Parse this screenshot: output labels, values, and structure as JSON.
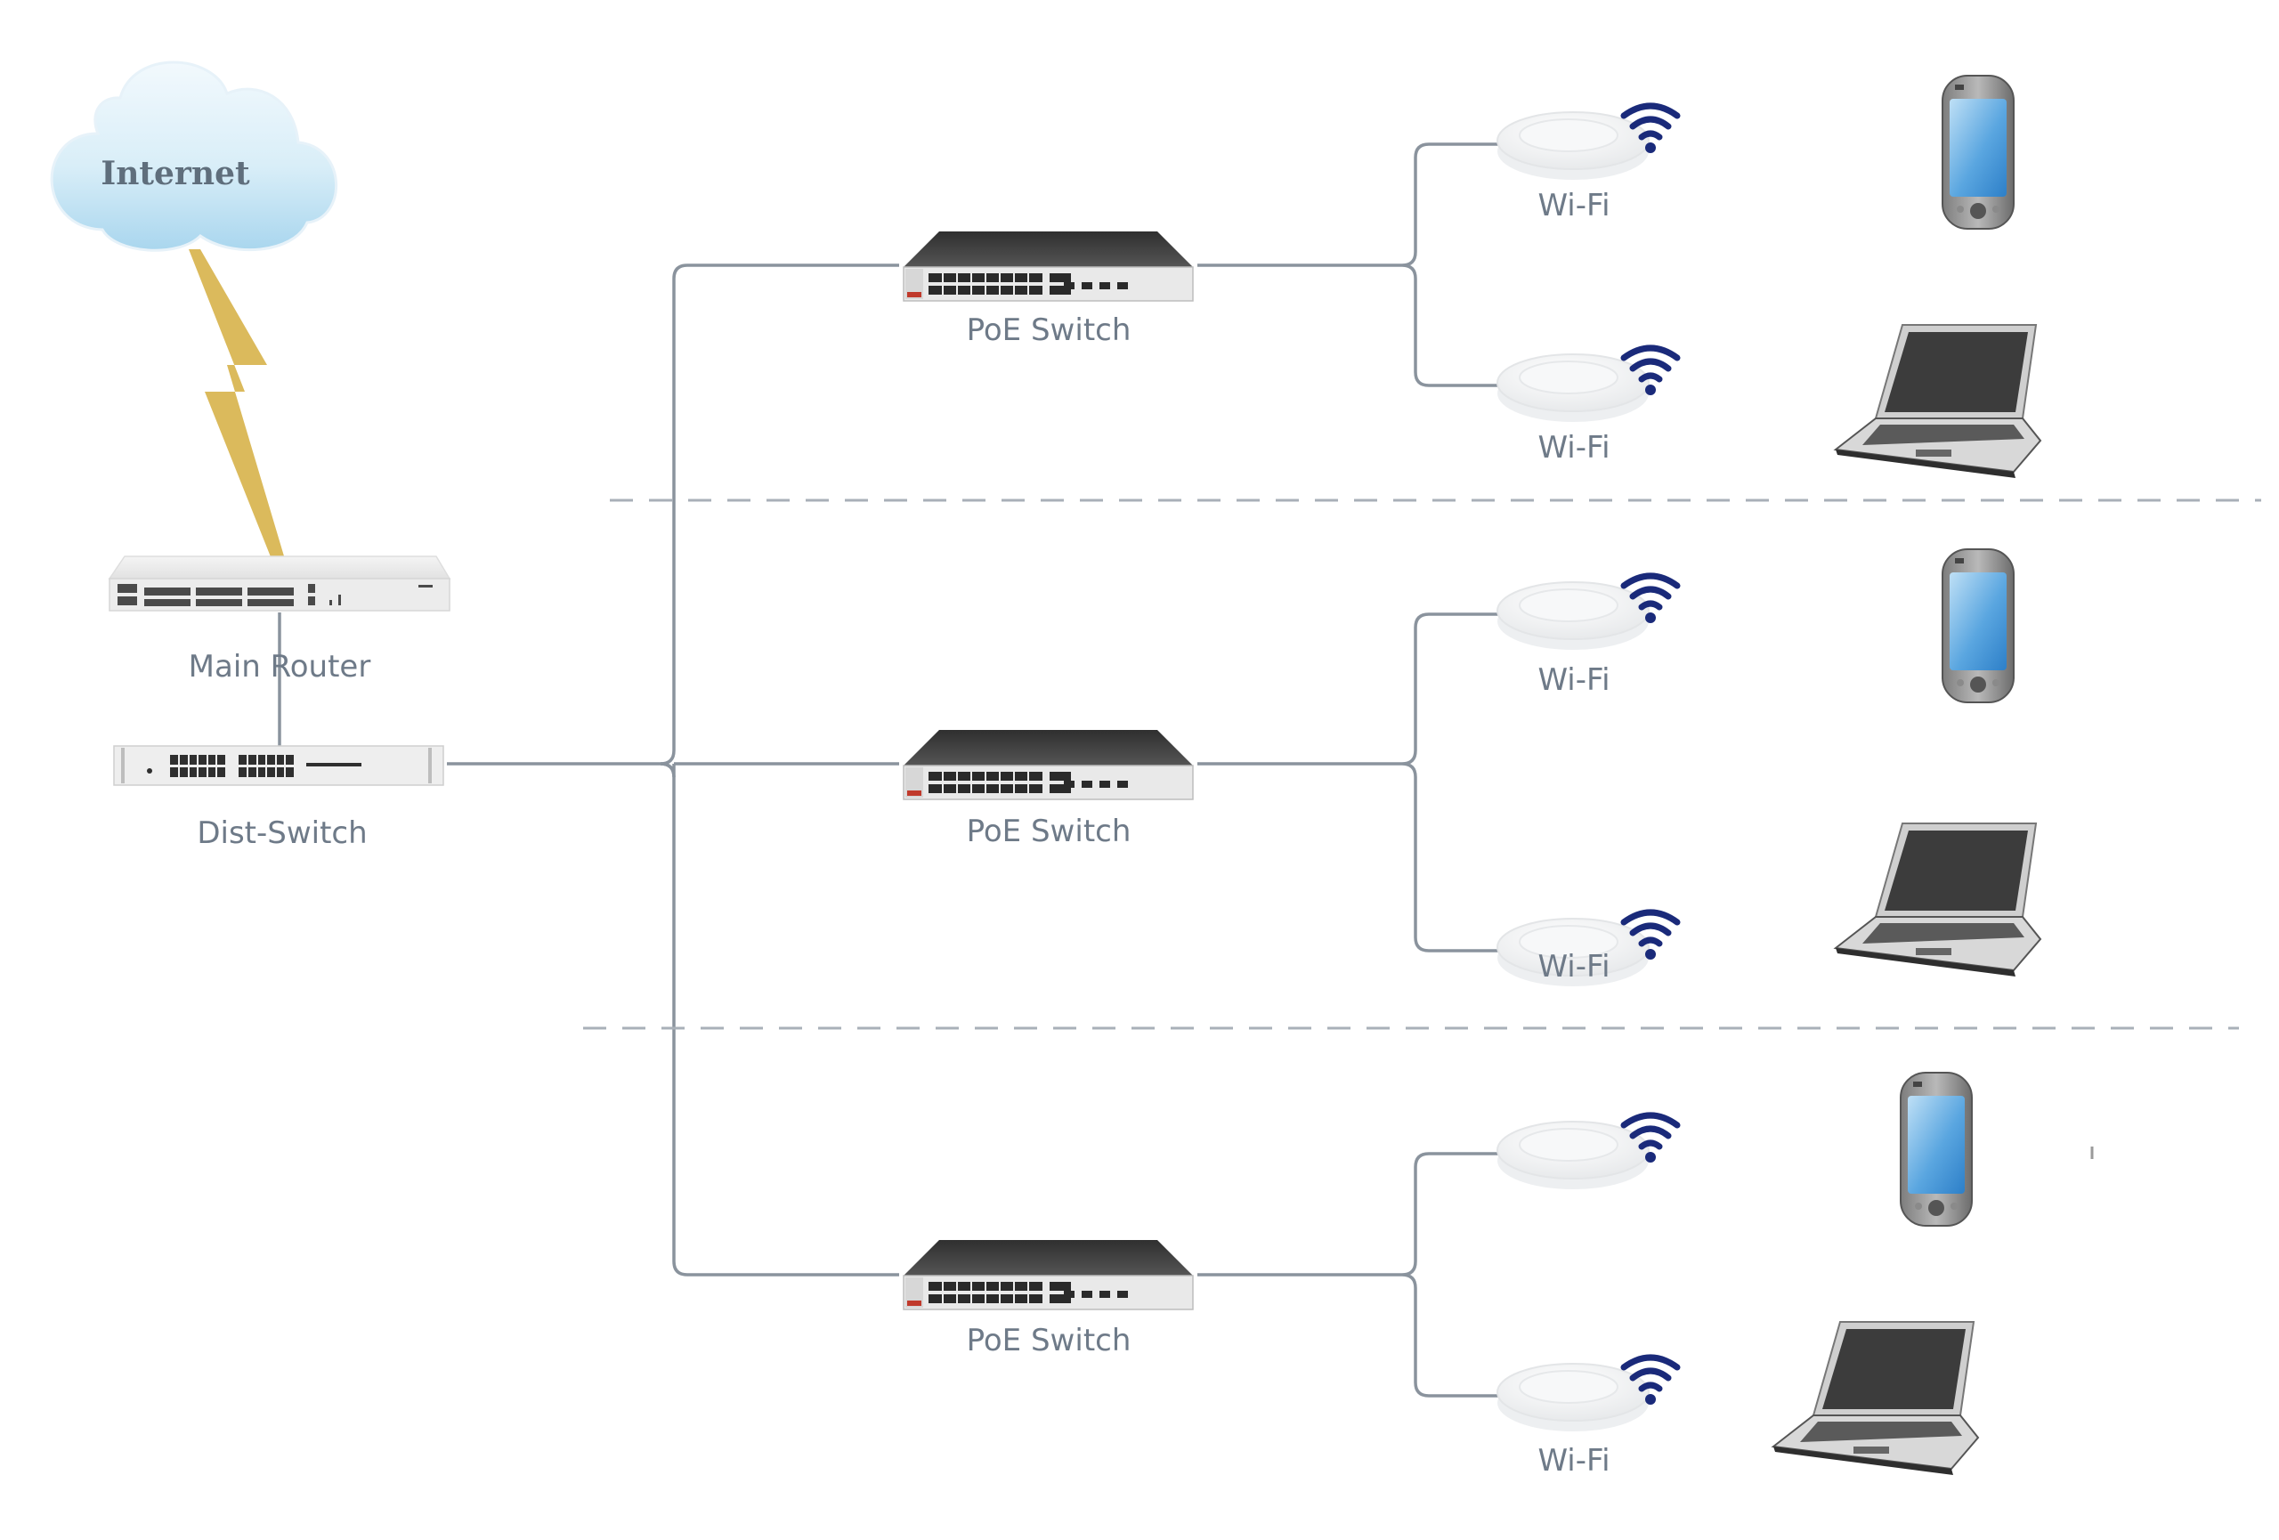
{
  "diagram": {
    "title": "Network topology",
    "colors": {
      "wire": "#8a939d",
      "divider": "#a9b0b8",
      "label": "#6e7a88",
      "wifi_signal": "#1a2a7a",
      "lightning": "#d8b44e",
      "cloud": "#bfe0f2"
    },
    "internet": {
      "label": "Internet",
      "icon": "cloud-icon"
    },
    "wan_link": {
      "icon": "lightning-icon"
    },
    "router": {
      "label": "Main Router",
      "icon": "router-icon"
    },
    "dist_switch": {
      "label": "Dist-Switch",
      "icon": "switch-icon"
    },
    "sections": [
      {
        "poe_switch": {
          "label": "PoE Switch",
          "icon": "poe-switch-icon"
        },
        "access_points": [
          {
            "label": "Wi-Fi",
            "icon": "access-point-icon"
          },
          {
            "label": "Wi-Fi",
            "icon": "access-point-icon"
          }
        ],
        "clients": [
          {
            "type": "phone",
            "icon": "smartphone-icon"
          },
          {
            "type": "laptop",
            "icon": "laptop-icon"
          }
        ]
      },
      {
        "poe_switch": {
          "label": "PoE Switch",
          "icon": "poe-switch-icon"
        },
        "access_points": [
          {
            "label": "Wi-Fi",
            "icon": "access-point-icon"
          },
          {
            "label": "Wi-Fi",
            "icon": "access-point-icon"
          }
        ],
        "clients": [
          {
            "type": "phone",
            "icon": "smartphone-icon"
          },
          {
            "type": "laptop",
            "icon": "laptop-icon"
          }
        ]
      },
      {
        "poe_switch": {
          "label": "PoE Switch",
          "icon": "poe-switch-icon"
        },
        "access_points": [
          {
            "label": "",
            "icon": "access-point-icon"
          },
          {
            "label": "Wi-Fi",
            "icon": "access-point-icon"
          }
        ],
        "clients": [
          {
            "type": "phone",
            "icon": "smartphone-icon"
          },
          {
            "type": "laptop",
            "icon": "laptop-icon"
          }
        ]
      }
    ]
  }
}
